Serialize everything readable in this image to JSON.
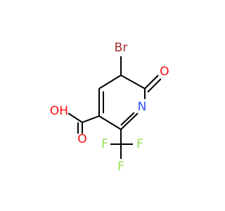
{
  "molecule": {
    "atoms": {
      "bromine": {
        "symbol": "Br",
        "color": "#a62929"
      },
      "ketone_oxygen": {
        "symbol": "O",
        "color": "#ff0d0d"
      },
      "ring_nitrogen": {
        "symbol": "N",
        "color": "#3050f8"
      },
      "acid_oh": {
        "symbol": "OH",
        "color": "#ff0d0d"
      },
      "acid_oxygen": {
        "symbol": "O",
        "color": "#ff0d0d"
      },
      "fluorine_1": {
        "symbol": "F",
        "color": "#90e050"
      },
      "fluorine_2": {
        "symbol": "F",
        "color": "#90e050"
      },
      "fluorine_3": {
        "symbol": "F",
        "color": "#90e050"
      }
    },
    "bond_color": "#000000"
  }
}
